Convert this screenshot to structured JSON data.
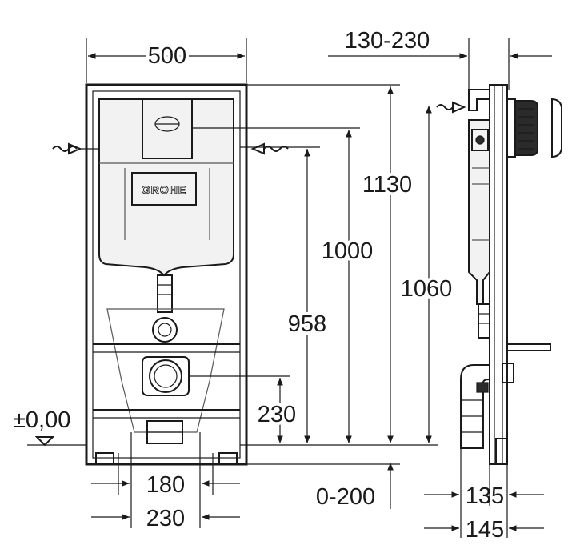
{
  "dimensions": {
    "frame_width": "500",
    "flush_offset": "130-230",
    "height_1130": "1130",
    "height_1000": "1000",
    "height_1060": "1060",
    "height_958": "958",
    "height_230": "230",
    "floor_level": "±0,00",
    "width_180": "180",
    "width_230": "230",
    "depth_0_200": "0-200",
    "depth_135": "135",
    "depth_145": "145"
  },
  "logo": {
    "text": "GROHE"
  }
}
